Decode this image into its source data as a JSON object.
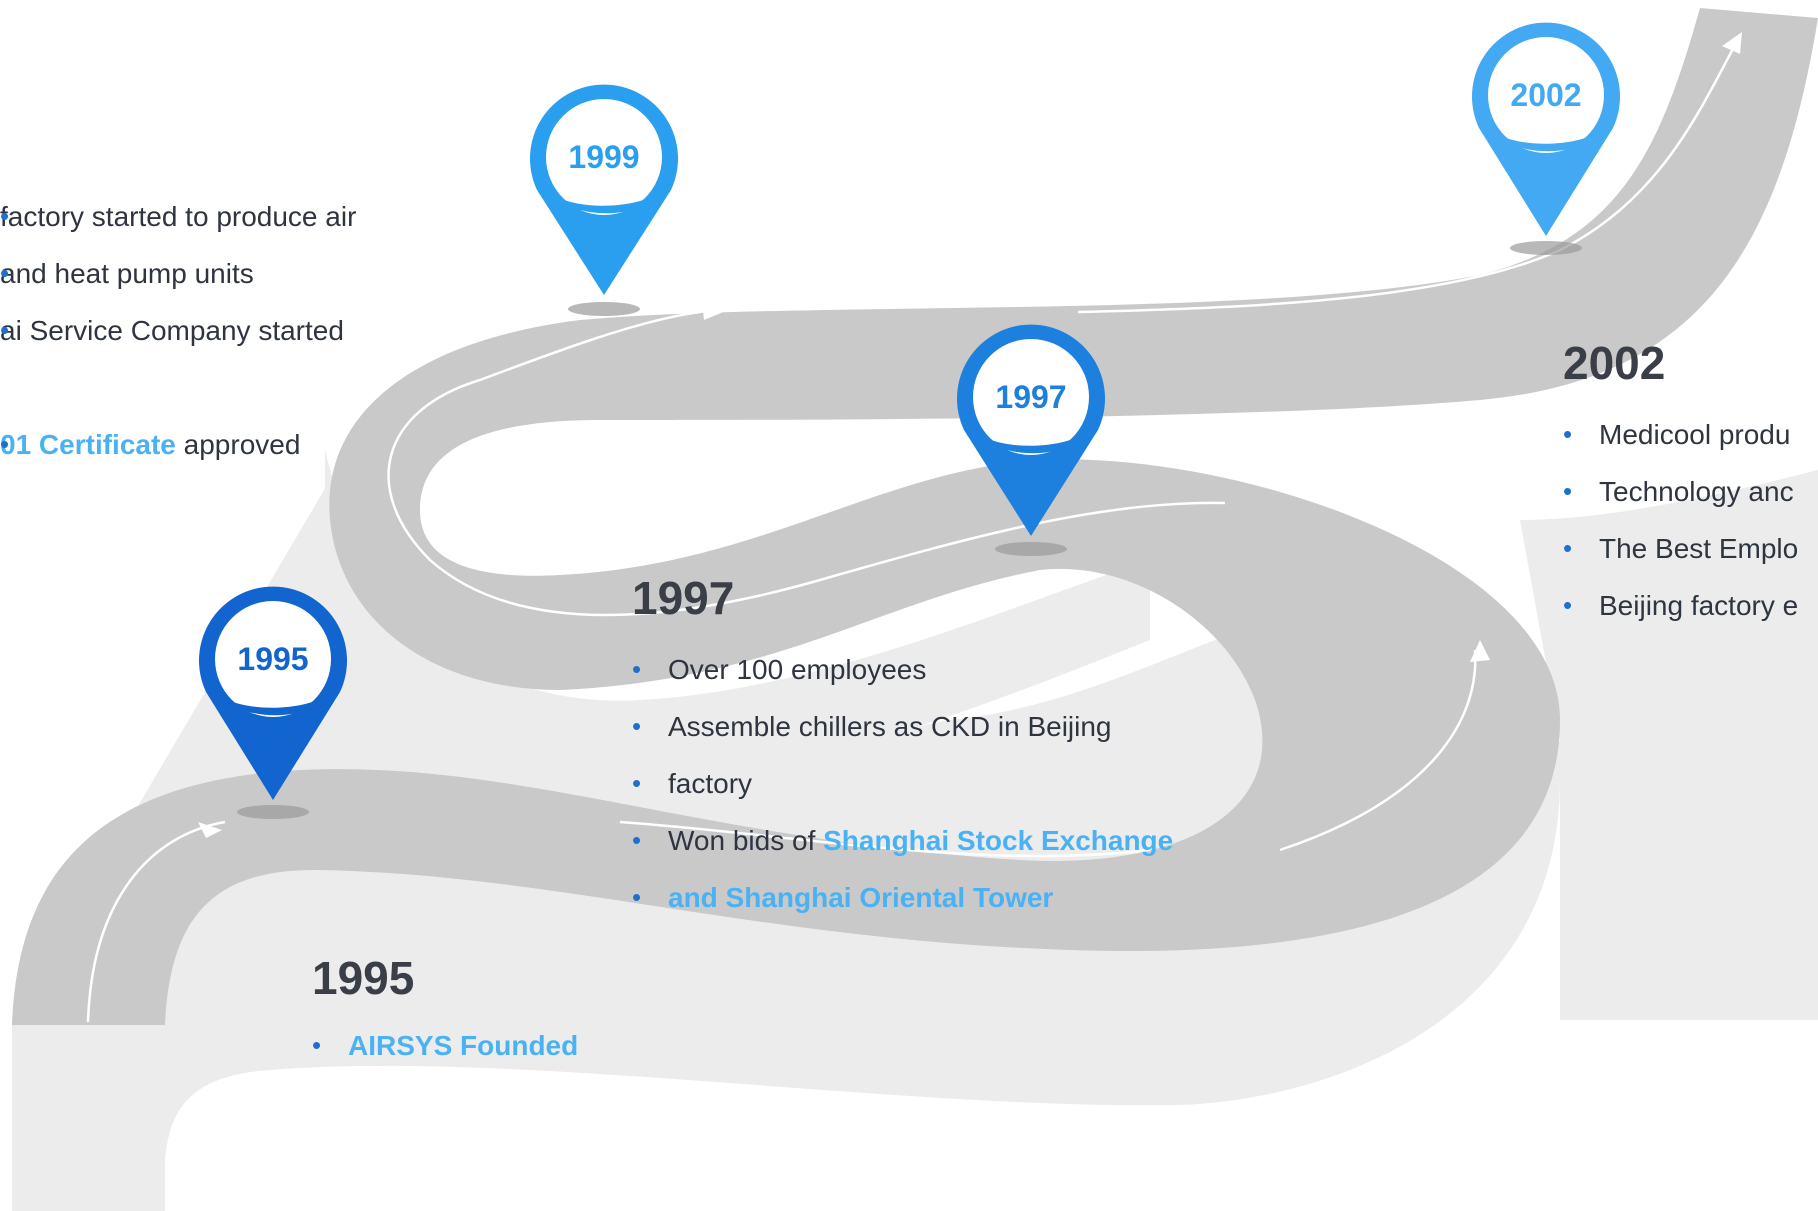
{
  "pins": [
    {
      "year": "1999",
      "color": "#2a9ff0"
    },
    {
      "year": "1997",
      "color": "#1e80de"
    },
    {
      "year": "1995",
      "color": "#1265cf"
    },
    {
      "year": "2002",
      "color": "#42a9f2"
    }
  ],
  "left_block": {
    "line1": "factory started to produce air",
    "line2": "and heat pump units",
    "line3": "ai Service Company started",
    "line4_hl": "01 Certificate",
    "line4_rest": " approved"
  },
  "block_1997": {
    "year": "1997",
    "item1": "Over 100 employees",
    "item2a": "Assemble chillers as CKD in Beijing",
    "item2b": "factory",
    "item3_pre": "Won bids of ",
    "item3_hl": "Shanghai Stock Exchange",
    "item3b": "and Shanghai Oriental Tower"
  },
  "block_1995": {
    "year": "1995",
    "item1": "AIRSYS Founded"
  },
  "block_2002": {
    "year": "2002",
    "item1a": "Medicool produ",
    "item1b": "Technology anc",
    "item2": "The Best Emplo",
    "item3": "Beijing factory e"
  },
  "colors": {
    "road_top": "#c8c8c8",
    "road_side": "#ebebeb",
    "highlight": "#4ab2f3",
    "bullet": "#1e6fd0"
  }
}
